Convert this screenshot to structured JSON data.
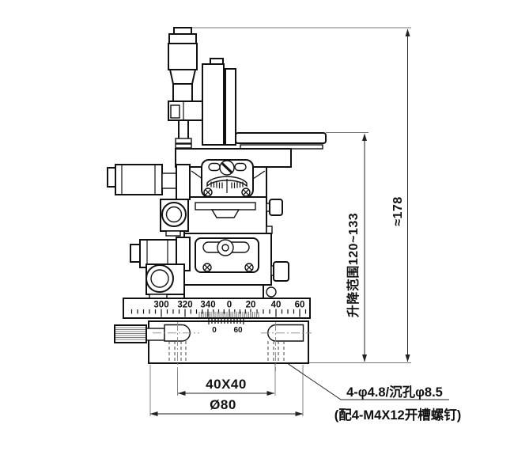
{
  "title": "multi-axis-micrometer-stage-drawing",
  "annotations": {
    "total_height": "≈178",
    "lift_range": "升降范围120~133",
    "stage_size": "40X40",
    "base_diameter": "Ø80",
    "mounting_holes": "4-φ4.8/沉孔φ8.5",
    "screw_note": "(配4-M4X12开槽螺钉)"
  },
  "rotary_scale": {
    "tick_labels": [
      "300",
      "320",
      "340",
      "0",
      "20",
      "40",
      "60"
    ],
    "vernier_labels": [
      "0",
      "60"
    ]
  },
  "colors": {
    "line": "#111111",
    "dimension": "#222222",
    "background": "#ffffff"
  }
}
